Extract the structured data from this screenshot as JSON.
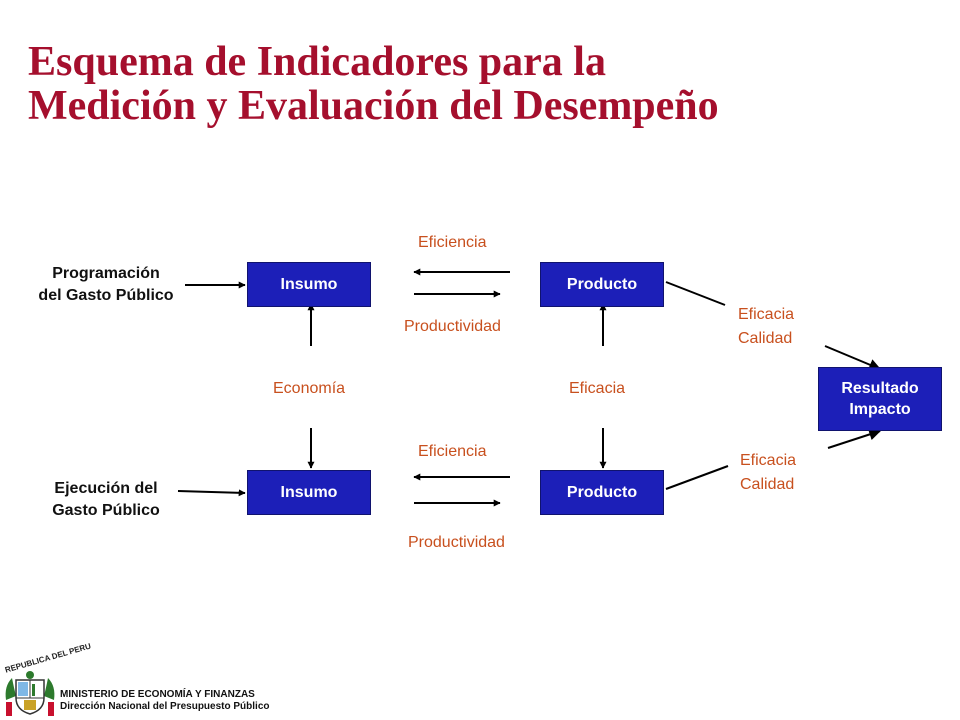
{
  "title": {
    "line1": "Esquema de Indicadores para la",
    "line2": "Medición y Evaluación del Desempeño"
  },
  "boxes": {
    "insumo_top": "Insumo",
    "producto_top": "Producto",
    "insumo_bottom": "Insumo",
    "producto_bottom": "Producto",
    "resultado_line1": "Resultado",
    "resultado_line2": "Impacto"
  },
  "side_labels": {
    "programacion_line1": "Programación",
    "programacion_line2": "del Gasto Público",
    "ejecucion_line1": "Ejecución del",
    "ejecucion_line2": "Gasto Público"
  },
  "indicators": {
    "eficiencia_top": "Eficiencia",
    "productividad_top": "Productividad",
    "economia": "Economía",
    "eficacia_middle": "Eficacia",
    "eficiencia_bottom": "Eficiencia",
    "productividad_bottom": "Productividad",
    "eficacia_upper": "Eficacia",
    "calidad_upper": "Calidad",
    "eficacia_lower": "Eficacia",
    "calidad_lower": "Calidad"
  },
  "footer": {
    "ministry": "MINISTERIO DE ECONOMÍA Y FINANZAS",
    "direction": "Dirección Nacional del Presupuesto Público"
  },
  "seal": {
    "text": "REPUBLICA DEL PERU",
    "icon": "coat-of-arms-icon"
  },
  "colors": {
    "title": "#a50f2d",
    "box_fill": "#1c1fb8",
    "indicator_text": "#c8501e"
  }
}
